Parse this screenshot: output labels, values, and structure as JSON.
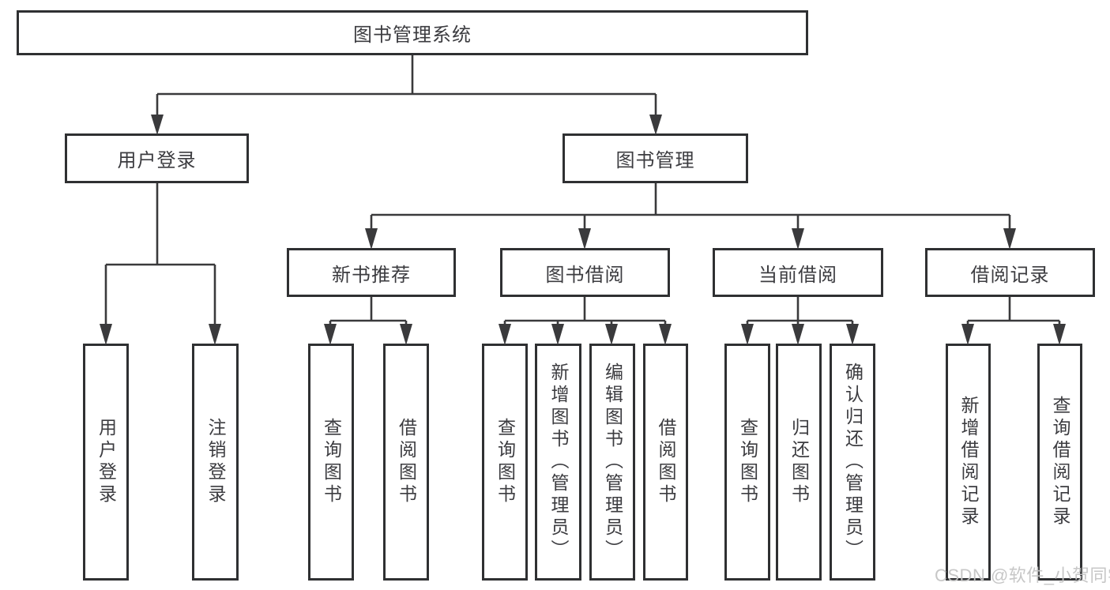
{
  "colors": {
    "line": "#3a3a3c",
    "box_border": "#2f3032",
    "box_text": "#3c3c40",
    "background": "#ffffff",
    "watermark_text_color": "#c4c4c4"
  },
  "tree": {
    "root": {
      "label": "图书管理系统",
      "children": [
        {
          "label": "用户登录",
          "children": [
            {
              "label": "用户登录"
            },
            {
              "label": "注销登录"
            }
          ]
        },
        {
          "label": "图书管理",
          "children": [
            {
              "label": "新书推荐",
              "children": [
                {
                  "label": "查询图书"
                },
                {
                  "label": "借阅图书"
                }
              ]
            },
            {
              "label": "图书借阅",
              "children": [
                {
                  "label": "查询图书"
                },
                {
                  "label": "新增图书（管理员）"
                },
                {
                  "label": "编辑图书（管理员）"
                },
                {
                  "label": "借阅图书"
                }
              ]
            },
            {
              "label": "当前借阅",
              "children": [
                {
                  "label": "查询图书"
                },
                {
                  "label": "归还图书"
                },
                {
                  "label": "确认归还（管理员）"
                }
              ]
            },
            {
              "label": "借阅记录",
              "children": [
                {
                  "label": "新增借阅记录"
                },
                {
                  "label": "查询借阅记录"
                }
              ]
            }
          ]
        }
      ]
    }
  },
  "watermark": {
    "text": "CSDN @软件_小贺同学"
  }
}
